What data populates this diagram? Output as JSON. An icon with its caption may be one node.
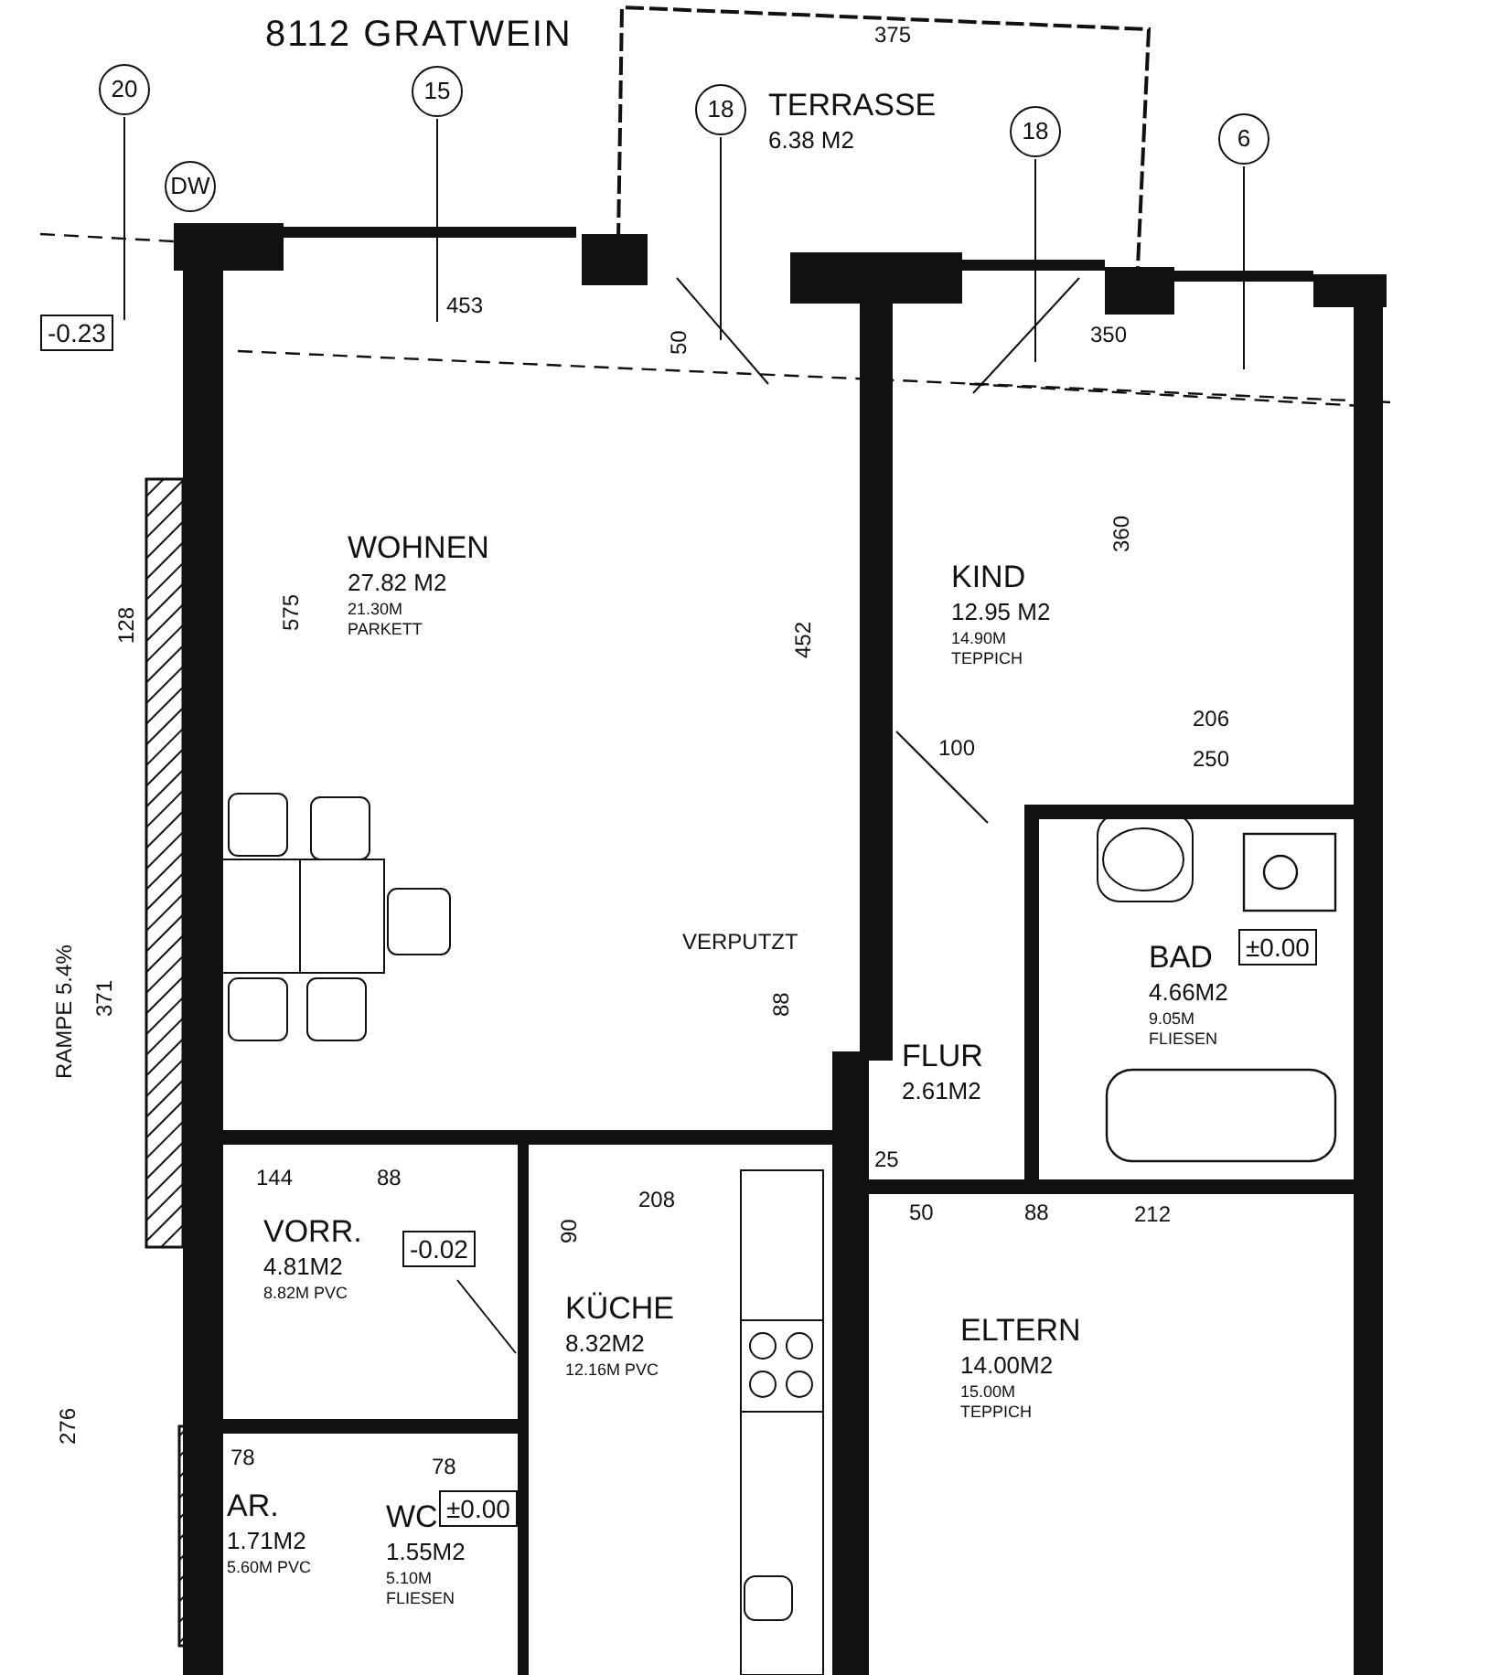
{
  "diagram": {
    "nodes": [
      {
        "text": [
          "TERRASSE",
          "6.38 M2"
        ]
      },
      {
        "text": [
          "WOHNEN",
          "27.82 M2",
          "21.30M PARKETT"
        ]
      },
      {
        "text": [
          "KIND",
          "12.95 M2",
          "14.90M TEPPICH"
        ]
      },
      {
        "text": [
          "BAD",
          "4.66M2",
          "9.05M FLIESEN"
        ]
      },
      {
        "text": [
          "FLUR",
          "2.61M2"
        ]
      },
      {
        "text": [
          "VORR.",
          "4.81M2",
          "8.82M PVC"
        ]
      },
      {
        "text": [
          "KÜCHE",
          "8.32M2",
          "12.16M PVC"
        ]
      },
      {
        "text": [
          "ELTERN",
          "14.00M2",
          "15.00M TEPPICH"
        ]
      },
      {
        "text": [
          "AR.",
          "1.71M2",
          "5.60M PVC"
        ]
      },
      {
        "text": [
          "WC",
          "1.55M2",
          "5.10M FLIESEN"
        ]
      }
    ],
    "labels": [
      "8112 GRATWEIN",
      "375",
      "20",
      "15",
      "18",
      "18",
      "6",
      "DW",
      "-0.23",
      "453",
      "50",
      "350",
      "360",
      "128",
      "575",
      "452",
      "100",
      "206",
      "250",
      "VERPUTZT",
      "±0.00",
      "88",
      "RAMPE 5.4%",
      "371",
      "144",
      "88",
      "208",
      "25",
      "50",
      "88",
      "212",
      "-0.02",
      "90",
      "276",
      "78",
      "78",
      "±0.00"
    ]
  }
}
